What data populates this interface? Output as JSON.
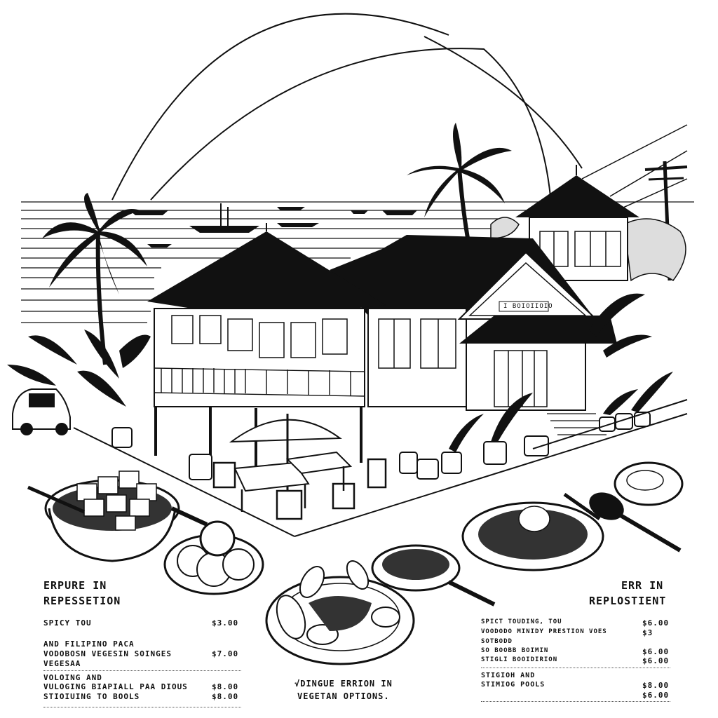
{
  "menu_left": {
    "heading_1": "ERPURE  IN",
    "heading_2": "REPESSETION",
    "items": [
      {
        "name": "SPICY TOU",
        "price": "$3.00"
      },
      {
        "name": "AND FILIPINO PACA",
        "price": ""
      },
      {
        "name": "VODOBOSN VEGESIN SOINGES",
        "price": "$7.00"
      },
      {
        "name": "VEGESAA",
        "price": ""
      },
      {
        "name": "VOLOING AND",
        "price": ""
      },
      {
        "name": "VULOGING BIAPIALL PAA DIOUS",
        "price": "$8.00"
      },
      {
        "name": "STIOIUING TO BOOLS",
        "price": "$8.00"
      }
    ]
  },
  "menu_right": {
    "heading_1": "ERR  IN",
    "heading_2": "REPLOSTIENT",
    "items": [
      {
        "name": "SPICT TOUDING,  TOU",
        "price": "$6.00"
      },
      {
        "name": "VOODODO MINIDY PRESTION VOES",
        "price": "$3"
      },
      {
        "name": "SOTBODD",
        "price": ""
      },
      {
        "name": "SO BOOBB BOIMIN",
        "price": "$6.00"
      },
      {
        "name": "STIGLI BOOIDIRION",
        "price": "$6.00"
      },
      {
        "name": "STIGIOH AND",
        "price": ""
      },
      {
        "name": "STIMIOG POOLS",
        "price": "$8.00"
      },
      {
        "name": "",
        "price": "$6.00"
      }
    ]
  },
  "center_caption": {
    "line_1": "√DINGUE ERRION IN",
    "line_2": "VEGETAN OPTIONS."
  },
  "sign": "I BOIOIIOIO",
  "colors": {
    "ink": "#111111",
    "paper": "#ffffff"
  }
}
